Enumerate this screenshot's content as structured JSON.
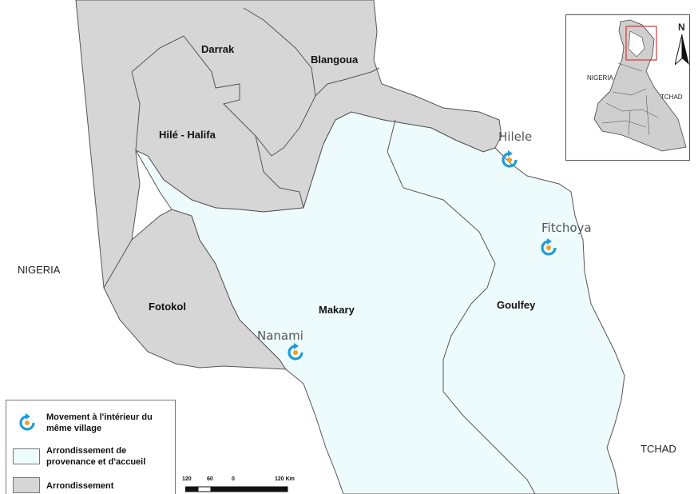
{
  "regions": {
    "darrak": "Darrak",
    "blangoua": "Blangoua",
    "hile_halifa": "Hilé - Halifa",
    "fotokol": "Fotokol",
    "makary": "Makary",
    "goulfey": "Goulfey"
  },
  "villages": {
    "hilele": "Hilele",
    "fitchoya": "Fitchoya",
    "nanami": "Nanami"
  },
  "countries": {
    "nigeria": "NIGERIA",
    "tchad": "TCHAD"
  },
  "legend": {
    "movement": "Movement à l'intérieur du même village",
    "origin_host": "Arrondissement de provenance et d'accueil",
    "arrondissement": "Arrondissement"
  },
  "scale": {
    "ticks": [
      "120",
      "60",
      "0",
      "120 Km"
    ]
  },
  "inset": {
    "north": "N",
    "nigeria": "NIGERIA",
    "tchad": "TCHAD"
  },
  "colors": {
    "arrondissement_fill": "#d6d6d6",
    "origin_host_fill": "#eefbfd",
    "boundary": "#555555",
    "marker_ring": "#1e9bd7",
    "marker_center": "#f0a020",
    "inset_highlight": "#e03030"
  },
  "icons": {
    "movement": "circular-arrow-icon",
    "north": "north-arrow-icon"
  }
}
